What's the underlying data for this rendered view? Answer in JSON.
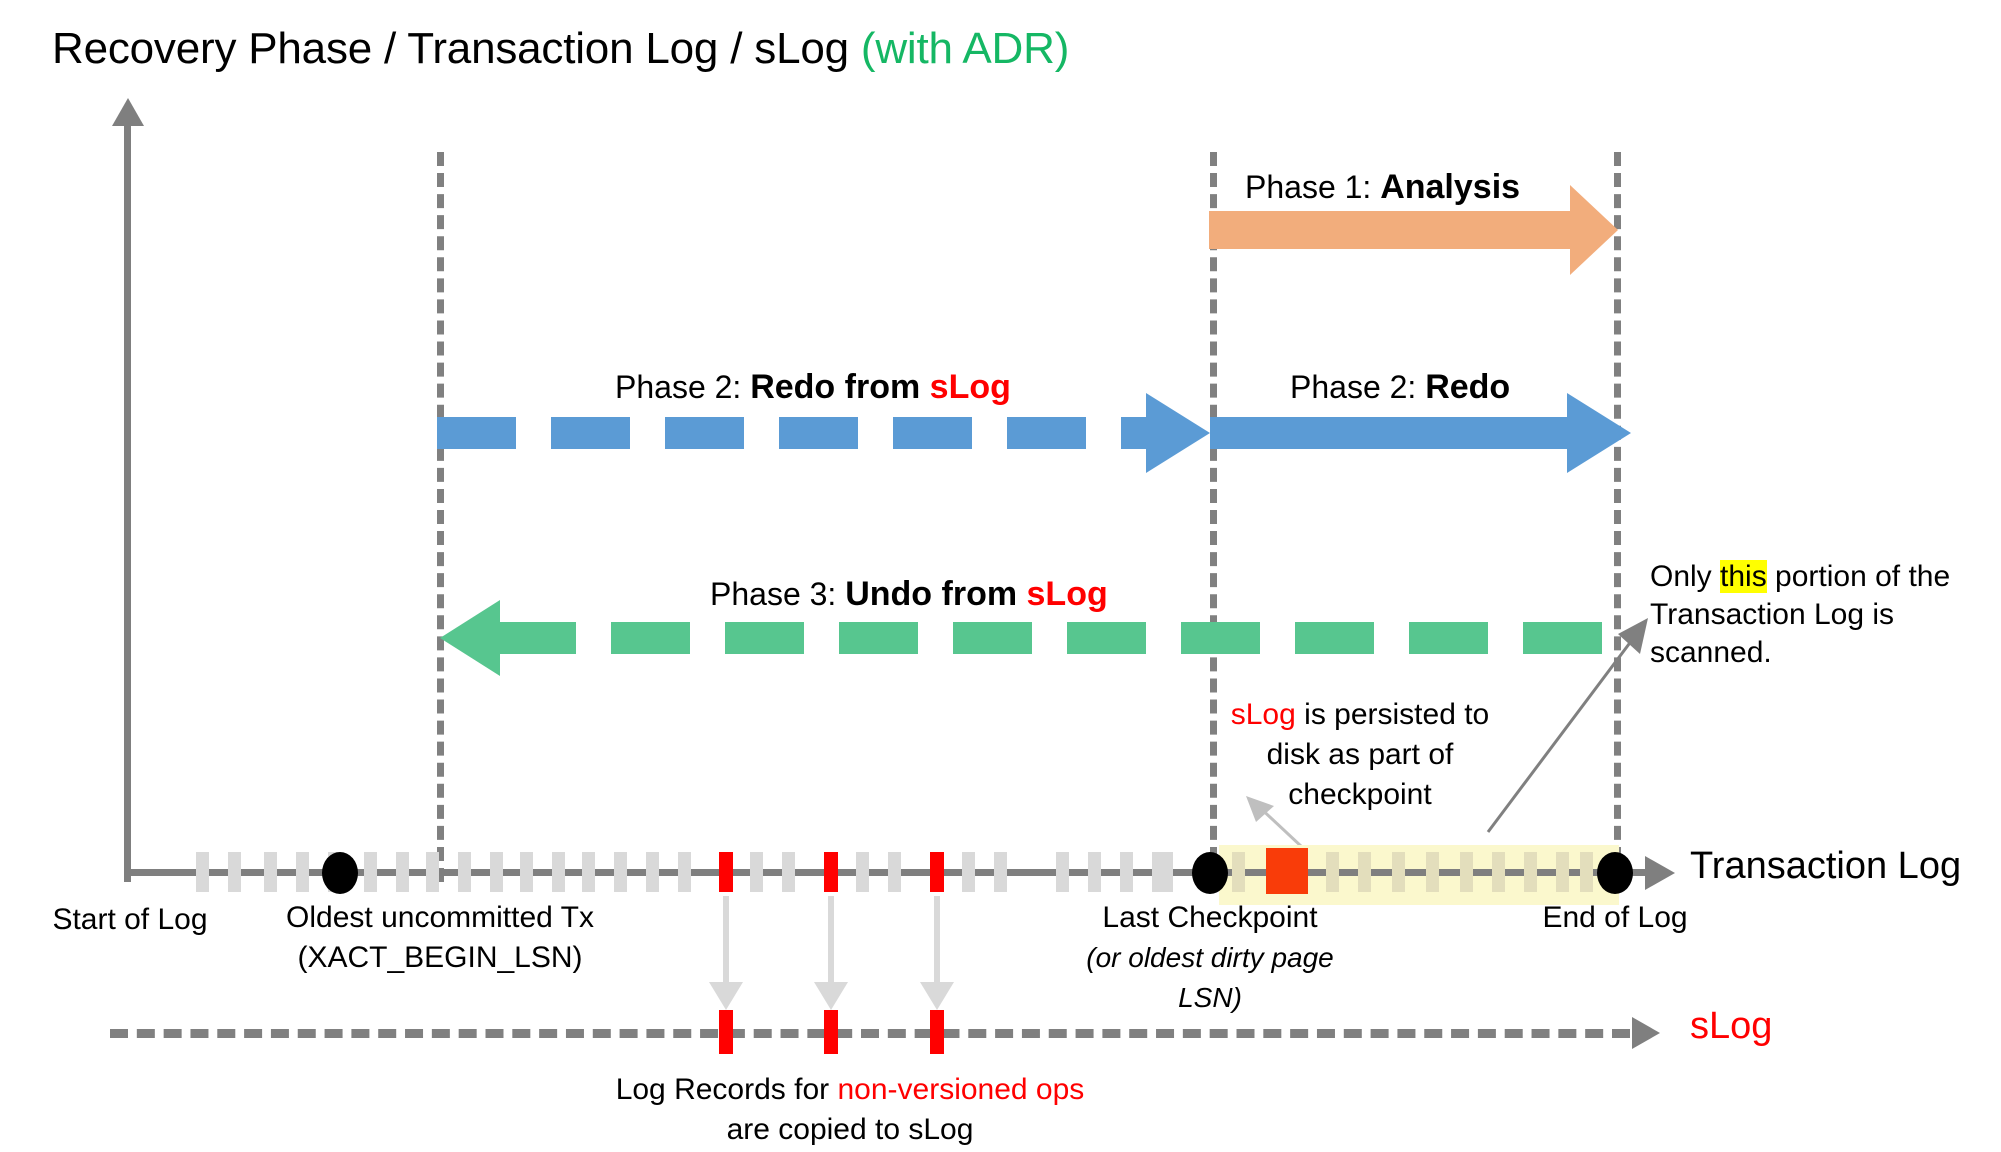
{
  "title": {
    "main": "Recovery Phase / Transaction Log / sLog ",
    "adr": "(with ADR)"
  },
  "phases": {
    "analysis": {
      "prefix": "Phase 1: ",
      "name": "Analysis",
      "color": "#f2ad7c",
      "style": "solid",
      "direction": "right"
    },
    "redo_slog": {
      "prefix": "Phase 2: ",
      "name": "Redo from ",
      "emphasis": "sLog",
      "color": "#5b9bd5",
      "style": "dashed",
      "direction": "right"
    },
    "redo": {
      "prefix": "Phase 2: ",
      "name": "Redo",
      "color": "#5b9bd5",
      "style": "solid",
      "direction": "right"
    },
    "undo_slog": {
      "prefix": "Phase 3: ",
      "name": "Undo from ",
      "emphasis": "sLog",
      "color": "#57c68f",
      "style": "dashed",
      "direction": "left"
    }
  },
  "callouts": {
    "scan": {
      "line1_a": "Only ",
      "line1_hl": "this",
      "line1_b": " portion of the",
      "line2": "Transaction Log is scanned.",
      "highlight_color": "#ffff00"
    },
    "checkpoint": {
      "emphasis": "sLog",
      "line1_rest": " is persisted to",
      "line2": "disk as part of",
      "line3": "checkpoint"
    }
  },
  "timeline": {
    "axis_label": "Transaction Log",
    "markers": [
      {
        "id": "start-of-log",
        "caption": "Start of Log"
      },
      {
        "id": "oldest-uncommitted-tx",
        "caption_line1": "Oldest uncommitted Tx",
        "caption_line2": "(XACT_BEGIN_LSN)"
      },
      {
        "id": "last-checkpoint",
        "caption_line1": "Last Checkpoint",
        "caption_line2": "(or oldest dirty page",
        "caption_line3": "LSN)"
      },
      {
        "id": "end-of-log",
        "caption": "End of Log"
      }
    ],
    "scanned_region_color": "#fbf8cd",
    "record_color": "#d9d9d9",
    "nonversioned_record_color": "#ff0000",
    "checkpoint_record_color": "#f93c09"
  },
  "slog": {
    "axis_label": "sLog",
    "label_color": "#ff0000",
    "caption_a": "Log Records for ",
    "caption_hl": "non-versioned ops",
    "caption_b": "",
    "caption_line2": "are copied to sLog",
    "record_count": 3
  }
}
